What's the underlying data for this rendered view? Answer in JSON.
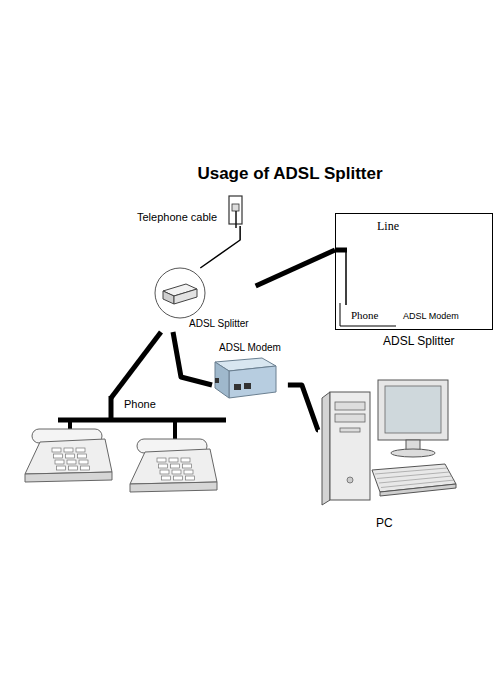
{
  "diagram": {
    "title": "Usage of ADSL Splitter",
    "nodes": [
      {
        "text": [
          "Telephone cable"
        ]
      },
      {
        "text": [
          "ADSL Splitter"
        ]
      },
      {
        "text": [
          "Line",
          "Phone",
          "ADSL Modem",
          "ADSL Splitter"
        ]
      },
      {
        "text": [
          "ADSL Modem"
        ]
      },
      {
        "text": [
          "Phone"
        ]
      },
      {
        "text": [
          "PC"
        ]
      }
    ],
    "edges": [
      {
        "from": 0,
        "to": 1,
        "arrow": "none"
      },
      {
        "from": 1,
        "to": 2,
        "arrow": "none"
      },
      {
        "from": 1,
        "to": 3,
        "arrow": "none"
      },
      {
        "from": 1,
        "to": 4,
        "arrow": "none"
      },
      {
        "from": 3,
        "to": 5,
        "arrow": "none"
      }
    ]
  }
}
